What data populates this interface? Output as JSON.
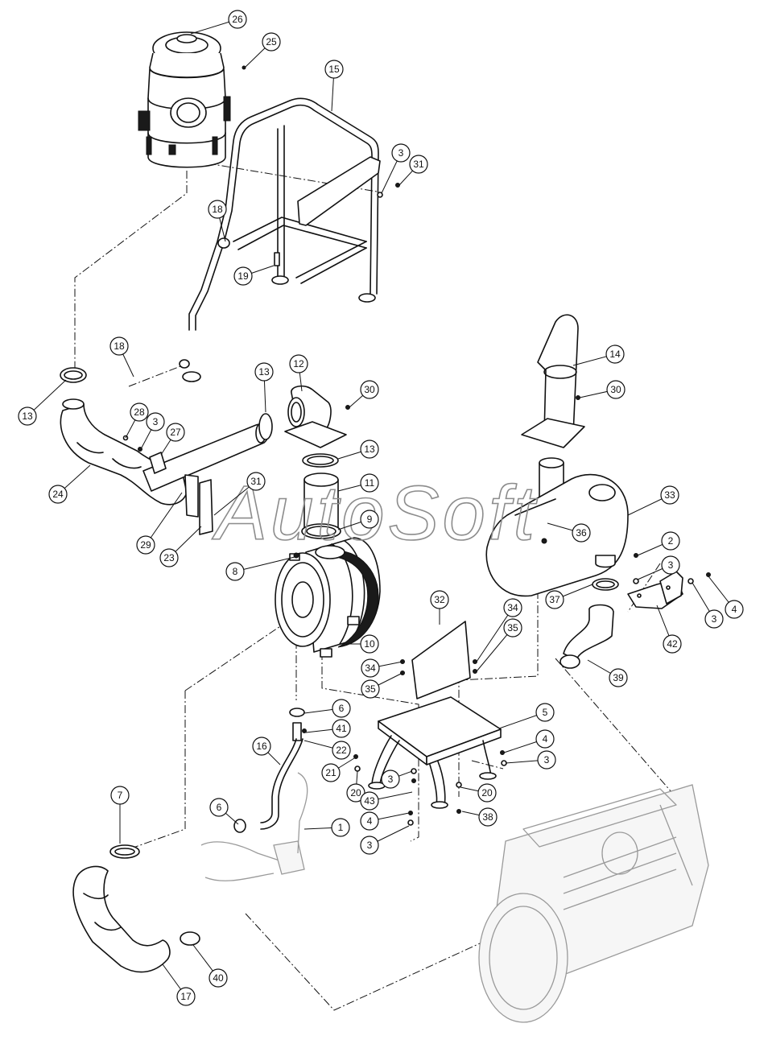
{
  "watermark": "AutoSoft",
  "callouts": [
    {
      "id": "26",
      "label": "26"
    },
    {
      "id": "25",
      "label": "25"
    },
    {
      "id": "15",
      "label": "15"
    },
    {
      "id": "3a",
      "label": "3"
    },
    {
      "id": "31a",
      "label": "31"
    },
    {
      "id": "18a",
      "label": "18"
    },
    {
      "id": "19",
      "label": "19"
    },
    {
      "id": "18b",
      "label": "18"
    },
    {
      "id": "13a",
      "label": "13"
    },
    {
      "id": "13b",
      "label": "13"
    },
    {
      "id": "12",
      "label": "12"
    },
    {
      "id": "30a",
      "label": "30"
    },
    {
      "id": "14",
      "label": "14"
    },
    {
      "id": "30b",
      "label": "30"
    },
    {
      "id": "28",
      "label": "28"
    },
    {
      "id": "3b",
      "label": "3"
    },
    {
      "id": "27",
      "label": "27"
    },
    {
      "id": "13c",
      "label": "13"
    },
    {
      "id": "24",
      "label": "24"
    },
    {
      "id": "11",
      "label": "11"
    },
    {
      "id": "31b",
      "label": "31"
    },
    {
      "id": "33",
      "label": "33"
    },
    {
      "id": "9",
      "label": "9"
    },
    {
      "id": "36",
      "label": "36"
    },
    {
      "id": "29",
      "label": "29"
    },
    {
      "id": "23",
      "label": "23"
    },
    {
      "id": "2",
      "label": "2"
    },
    {
      "id": "8",
      "label": "8"
    },
    {
      "id": "3c",
      "label": "3"
    },
    {
      "id": "37",
      "label": "37"
    },
    {
      "id": "3d",
      "label": "3"
    },
    {
      "id": "4a",
      "label": "4"
    },
    {
      "id": "42",
      "label": "42"
    },
    {
      "id": "32",
      "label": "32"
    },
    {
      "id": "34a",
      "label": "34"
    },
    {
      "id": "10",
      "label": "10"
    },
    {
      "id": "35a",
      "label": "35"
    },
    {
      "id": "39",
      "label": "39"
    },
    {
      "id": "34b",
      "label": "34"
    },
    {
      "id": "35b",
      "label": "35"
    },
    {
      "id": "6a",
      "label": "6"
    },
    {
      "id": "5",
      "label": "5"
    },
    {
      "id": "41",
      "label": "41"
    },
    {
      "id": "16",
      "label": "16"
    },
    {
      "id": "22",
      "label": "22"
    },
    {
      "id": "4b",
      "label": "4"
    },
    {
      "id": "3e",
      "label": "3"
    },
    {
      "id": "21",
      "label": "21"
    },
    {
      "id": "3f",
      "label": "3"
    },
    {
      "id": "20a",
      "label": "20"
    },
    {
      "id": "20b",
      "label": "20"
    },
    {
      "id": "43",
      "label": "43"
    },
    {
      "id": "7",
      "label": "7"
    },
    {
      "id": "6b",
      "label": "6"
    },
    {
      "id": "4c",
      "label": "4"
    },
    {
      "id": "38",
      "label": "38"
    },
    {
      "id": "1",
      "label": "1"
    },
    {
      "id": "3g",
      "label": "3"
    },
    {
      "id": "40",
      "label": "40"
    },
    {
      "id": "17",
      "label": "17"
    }
  ]
}
